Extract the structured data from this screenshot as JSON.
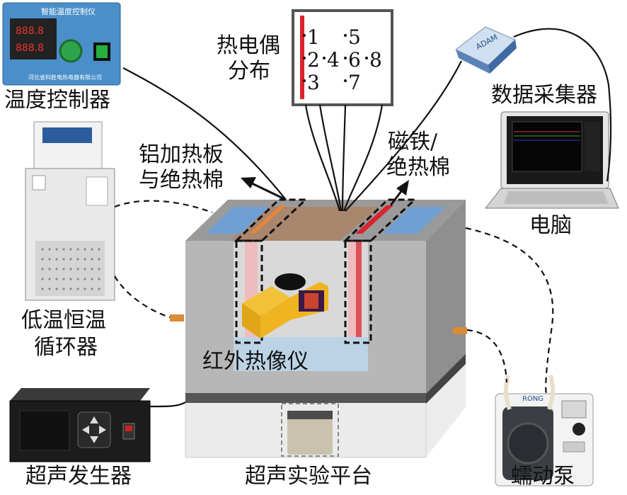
{
  "labels": {
    "temp_controller": "温度控制器",
    "thermocouple_line1": "热电偶",
    "thermocouple_line2": "分布",
    "daq": "数据采集器",
    "computer": "电脑",
    "al_plate_line1": "铝加热板",
    "al_plate_line2": "与绝热棉",
    "magnet_line1": "磁铁/",
    "magnet_line2": "绝热棉",
    "chiller_line1": "低温恒温",
    "chiller_line2": "循环器",
    "ir_camera": "红外热像仪",
    "ultrasonic_generator": "超声发生器",
    "ultrasonic_platform": "超声实验平台",
    "peristaltic_pump": "蠕动泵"
  },
  "thermocouple_points": [
    "1",
    "2",
    "3",
    "4",
    "5",
    "6",
    "7",
    "8"
  ],
  "device_text": {
    "controller_title": "智能温度控制仪",
    "controller_company": "河北省科胜电热电器有限公司",
    "daq_brand": "ADAM",
    "pump_brand": "RONG"
  },
  "colors": {
    "heater_red": "#d9242b",
    "water_blue": "#6fa0d4",
    "tank_gray": "#b9b9b9",
    "camera_yellow": "#e8b418"
  }
}
